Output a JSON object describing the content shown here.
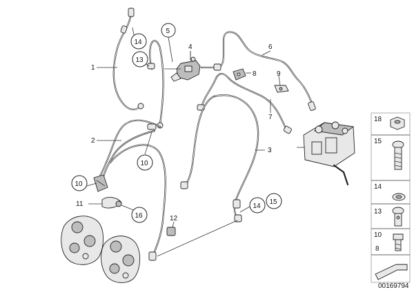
{
  "callouts": {
    "c1": "1",
    "c2": "2",
    "c3": "3",
    "c4": "4",
    "c5": "5",
    "c6": "6",
    "c7": "7",
    "c8": "8",
    "c9": "9",
    "c10a": "10",
    "c10b": "10",
    "c11": "11",
    "c12": "12",
    "c13": "13",
    "c14a": "14",
    "c14b": "14",
    "c15": "15",
    "c16": "16"
  },
  "legend": {
    "items": [
      "18",
      "15",
      "14",
      "13",
      "10",
      "8"
    ]
  },
  "reference_number": "00169794"
}
